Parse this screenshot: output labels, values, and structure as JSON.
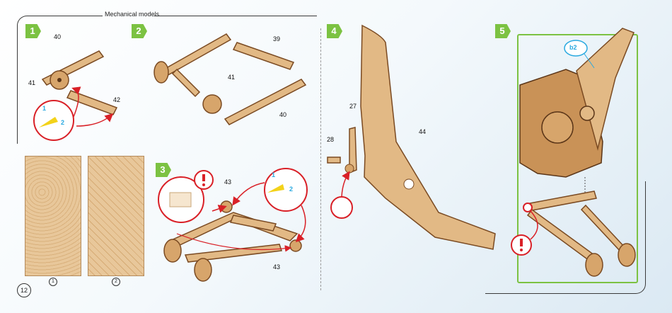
{
  "header": {
    "title": "Mechanical models"
  },
  "steps": [
    {
      "number": "1"
    },
    {
      "number": "2"
    },
    {
      "number": "3"
    },
    {
      "number": "4"
    },
    {
      "number": "5"
    }
  ],
  "step1": {
    "part_a": "40",
    "part_b": "41",
    "part_c": "42",
    "callout_1": "1",
    "callout_2": "2"
  },
  "step2": {
    "part_a": "39",
    "part_b": "41",
    "part_c": "40"
  },
  "step3": {
    "part_a": "43",
    "part_b": "43",
    "callout_1": "1",
    "callout_2": "2"
  },
  "step4": {
    "part_a": "27",
    "part_b": "28",
    "part_c": "44"
  },
  "step5": {
    "badge": "b2"
  },
  "sheets": {
    "sheet_1": "1",
    "sheet_2": "2"
  },
  "page_number": "12",
  "colors": {
    "step_green": "#7cc242",
    "wood": "#e2b985",
    "wood_dark": "#7a4a22",
    "arrow_red": "#d92027",
    "badge_blue": "#29a9e0"
  }
}
